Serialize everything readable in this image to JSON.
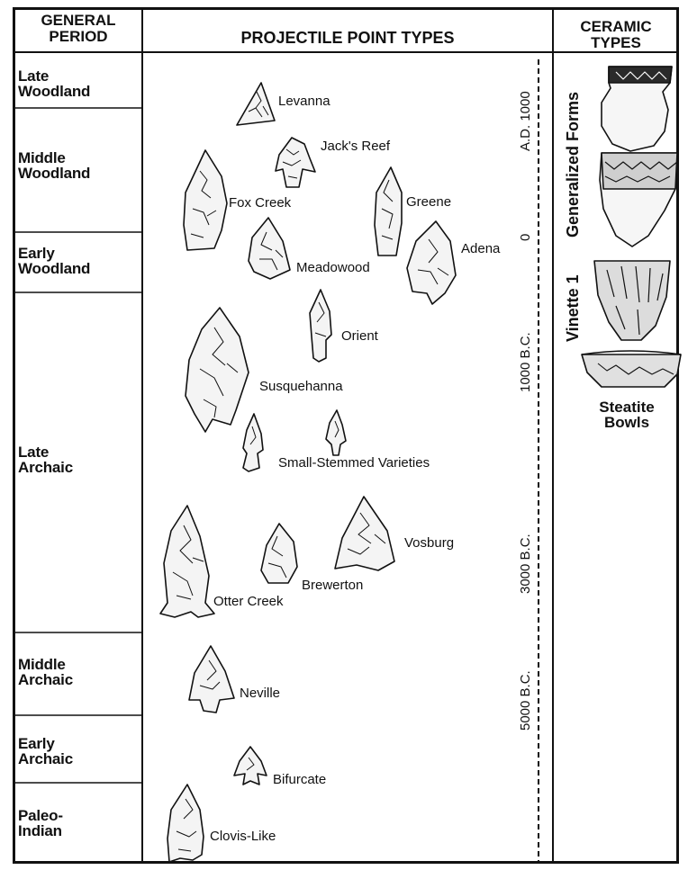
{
  "headers": {
    "general_period": [
      "GENERAL",
      "PERIOD"
    ],
    "projectile_point_types": "PROJECTILE POINT TYPES",
    "ceramic_types": [
      "CERAMIC",
      "TYPES"
    ]
  },
  "periods": [
    {
      "lines": [
        "Late",
        "Woodland"
      ]
    },
    {
      "lines": [
        "Middle",
        "Woodland"
      ]
    },
    {
      "lines": [
        "Early",
        "Woodland"
      ]
    },
    {
      "lines": [
        "Late",
        "Archaic"
      ]
    },
    {
      "lines": [
        "Middle",
        "Archaic"
      ]
    },
    {
      "lines": [
        "Early",
        "Archaic"
      ]
    },
    {
      "lines": [
        "Paleo-",
        "Indian"
      ]
    }
  ],
  "point_types": [
    "Levanna",
    "Jack's Reef",
    "Fox Creek",
    "Greene",
    "Adena",
    "Meadowood",
    "Orient",
    "Susquehanna",
    "Small-Stemmed Varieties",
    "Vosburg",
    "Brewerton",
    "Otter Creek",
    "Neville",
    "Bifurcate",
    "Clovis-Like"
  ],
  "dates": [
    "A.D. 1000",
    "0",
    "1000 B.C.",
    "3000 B.C.",
    "5000 B.C."
  ],
  "ceramics": {
    "generalized_forms": "Generalized Forms",
    "vinette": "Vinette 1",
    "steatite": [
      "Steatite",
      "Bowls"
    ]
  }
}
